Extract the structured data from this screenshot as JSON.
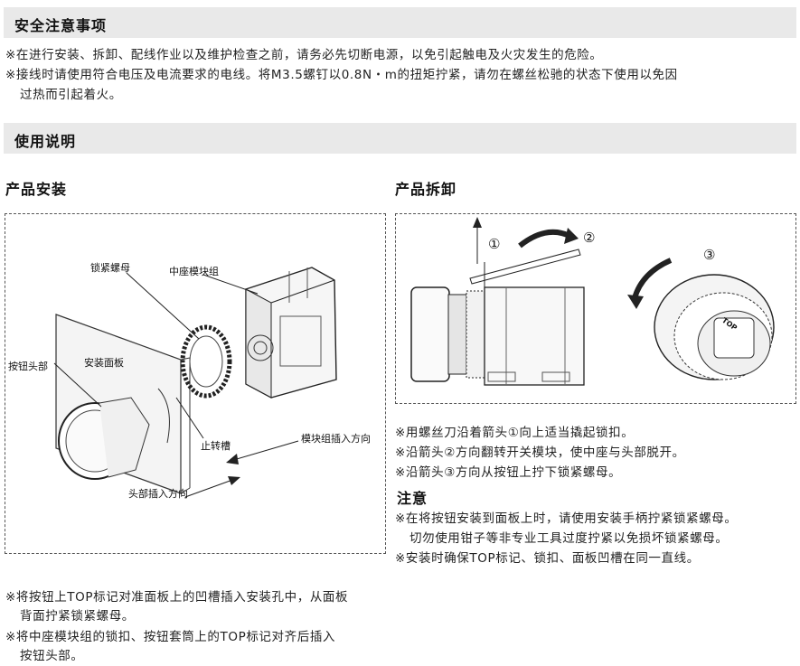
{
  "sections": {
    "safety_title": "安全注意事项",
    "usage_title": "使用说明"
  },
  "safety_notes": [
    "※在进行安装、拆卸、配线作业以及维护检查之前，请务必先切断电源，以免引起触电及火灾发生的危险。",
    "※接线时请使用符合电压及电流要求的电线。将M3.5螺钉以0.8N・m的扭矩拧紧，请勿在螺丝松驰的状态下使用以免因",
    "过热而引起着火。"
  ],
  "install": {
    "title": "产品安装",
    "labels": {
      "lock_nut": "锁紧螺母",
      "center_module": "中座模块组",
      "button_head": "按钮头部",
      "panel": "安装面板",
      "anti_rotation_slot": "止转槽",
      "module_insert_dir": "模块组插入方向",
      "head_insert_dir": "头部插入方向"
    },
    "notes": [
      "※将按钮上TOP标记对准面板上的凹槽插入安装孔中，从面板",
      "背面拧紧锁紧螺母。",
      "※将中座模块组的锁扣、按钮套筒上的TOP标记对齐后插入",
      "按钮头部。"
    ]
  },
  "removal": {
    "title": "产品拆卸",
    "markers": {
      "step1": "①",
      "step2": "②",
      "step3": "③",
      "top_mark": "TOP"
    },
    "notes": [
      "※用螺丝刀沿着箭头①向上适当撬起锁扣。",
      "※沿箭头②方向翻转开关模块，使中座与头部脱开。",
      "※沿箭头③方向从按钮上拧下锁紧螺母。"
    ],
    "caution_title": "注意",
    "caution_notes": [
      "※在将按钮安装到面板上时，请使用安装手柄拧紧锁紧螺母。",
      "切勿使用钳子等非专业工具过度拧紧以免损坏锁紧螺母。",
      "※安装时确保TOP标记、锁扣、面板凹槽在同一直线。"
    ]
  }
}
